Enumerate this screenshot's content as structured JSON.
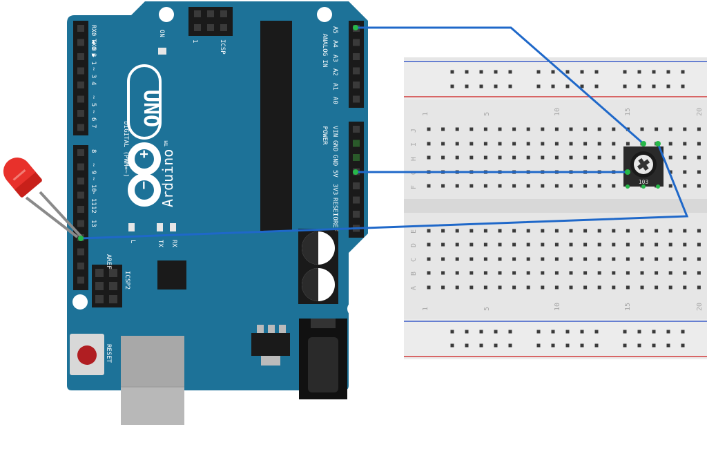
{
  "board": {
    "logo_text": "UNO",
    "brand_text": "Arduino",
    "trademark": "TM",
    "digital_label": "DIGITAL (PWM=~)",
    "analog_label": "ANALOG IN",
    "power_label": "POWER",
    "icsp_label": "ICSP",
    "icsp2_label": "ICSP2",
    "icsp_pin1": "1",
    "on_label": "ON",
    "l_label": "L",
    "tx_label": "TX",
    "rx_label": "RX",
    "reset_label": "RESET",
    "aref_label": "AREF",
    "digital_pins": [
      "RX0 ◀ 0",
      "TX0 ▶ 1",
      "2",
      "~ 3",
      "4",
      "~ 5",
      "~ 6",
      "7",
      "8",
      "~ 9",
      "~ 10",
      "~ 11",
      "12",
      "13"
    ],
    "analog_pins": [
      "A5",
      "A4",
      "A3",
      "A2",
      "A1",
      "A0"
    ],
    "power_pins": [
      "VIN",
      "GND",
      "GND",
      "5V",
      "3V3",
      "RESET",
      "IOREF"
    ]
  },
  "breadboard": {
    "column_numbers": [
      "1",
      "5",
      "10",
      "15",
      "20"
    ],
    "top_rows": [
      "J",
      "I",
      "H",
      "G",
      "F"
    ],
    "bottom_rows": [
      "E",
      "D",
      "C",
      "B",
      "A"
    ]
  },
  "potentiometer": {
    "label": "103"
  },
  "colors": {
    "board": "#1d7298",
    "wire": "#1f68c9",
    "led": "#e8312b",
    "breadboard": "#e6e6e6",
    "rail_red": "#d23a3a",
    "rail_blue": "#3a5bc8",
    "pin_green": "#27b84a"
  }
}
